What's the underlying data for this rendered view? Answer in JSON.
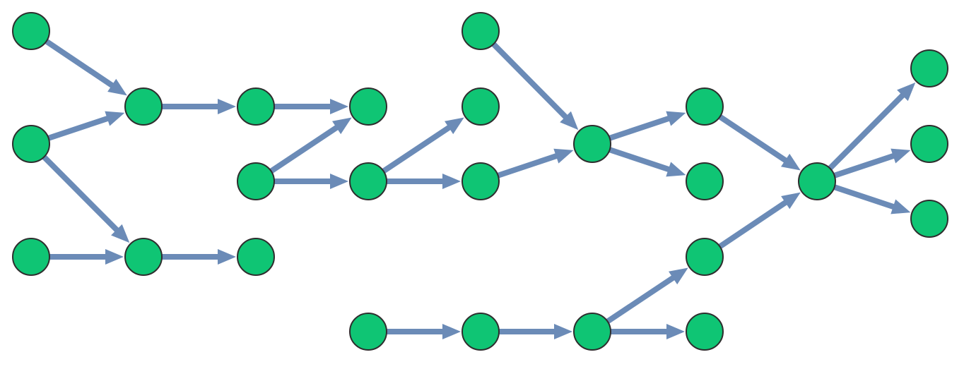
{
  "diagram": {
    "type": "directed-graph",
    "colors": {
      "node_fill": "#0FC574",
      "node_stroke": "#2E2E2E",
      "edge": "#6B8BB7"
    },
    "nodes": [
      {
        "id": "n1"
      },
      {
        "id": "n2"
      },
      {
        "id": "n3"
      },
      {
        "id": "n4"
      },
      {
        "id": "n5"
      },
      {
        "id": "n6"
      },
      {
        "id": "n7"
      },
      {
        "id": "n8"
      },
      {
        "id": "n9"
      },
      {
        "id": "n10"
      },
      {
        "id": "n11"
      },
      {
        "id": "n12"
      },
      {
        "id": "n13"
      },
      {
        "id": "n14"
      },
      {
        "id": "n15"
      },
      {
        "id": "n16"
      },
      {
        "id": "n17"
      },
      {
        "id": "n18"
      },
      {
        "id": "n19"
      },
      {
        "id": "n20"
      },
      {
        "id": "n21"
      },
      {
        "id": "n22"
      },
      {
        "id": "n23"
      },
      {
        "id": "n24"
      },
      {
        "id": "n25"
      },
      {
        "id": "n26"
      },
      {
        "id": "n27"
      }
    ],
    "edges": [
      {
        "from": "n1",
        "to": "n4"
      },
      {
        "from": "n2",
        "to": "n4"
      },
      {
        "from": "n2",
        "to": "n5"
      },
      {
        "from": "n3",
        "to": "n5"
      },
      {
        "from": "n4",
        "to": "n6"
      },
      {
        "from": "n5",
        "to": "n8"
      },
      {
        "from": "n6",
        "to": "n9"
      },
      {
        "from": "n7",
        "to": "n9"
      },
      {
        "from": "n7",
        "to": "n10"
      },
      {
        "from": "n10",
        "to": "n13"
      },
      {
        "from": "n10",
        "to": "n14"
      },
      {
        "from": "n11",
        "to": "n15"
      },
      {
        "from": "n14",
        "to": "n17"
      },
      {
        "from": "n12",
        "to": "n17"
      },
      {
        "from": "n15",
        "to": "n16"
      },
      {
        "from": "n17",
        "to": "n19"
      },
      {
        "from": "n17",
        "to": "n20"
      },
      {
        "from": "n16",
        "to": "n18"
      },
      {
        "from": "n18",
        "to": "n21"
      },
      {
        "from": "n18",
        "to": "n22"
      },
      {
        "from": "n19",
        "to": "n24"
      },
      {
        "from": "n21",
        "to": "n24"
      },
      {
        "from": "n24",
        "to": "n25"
      },
      {
        "from": "n24",
        "to": "n26"
      },
      {
        "from": "n24",
        "to": "n27"
      }
    ]
  }
}
